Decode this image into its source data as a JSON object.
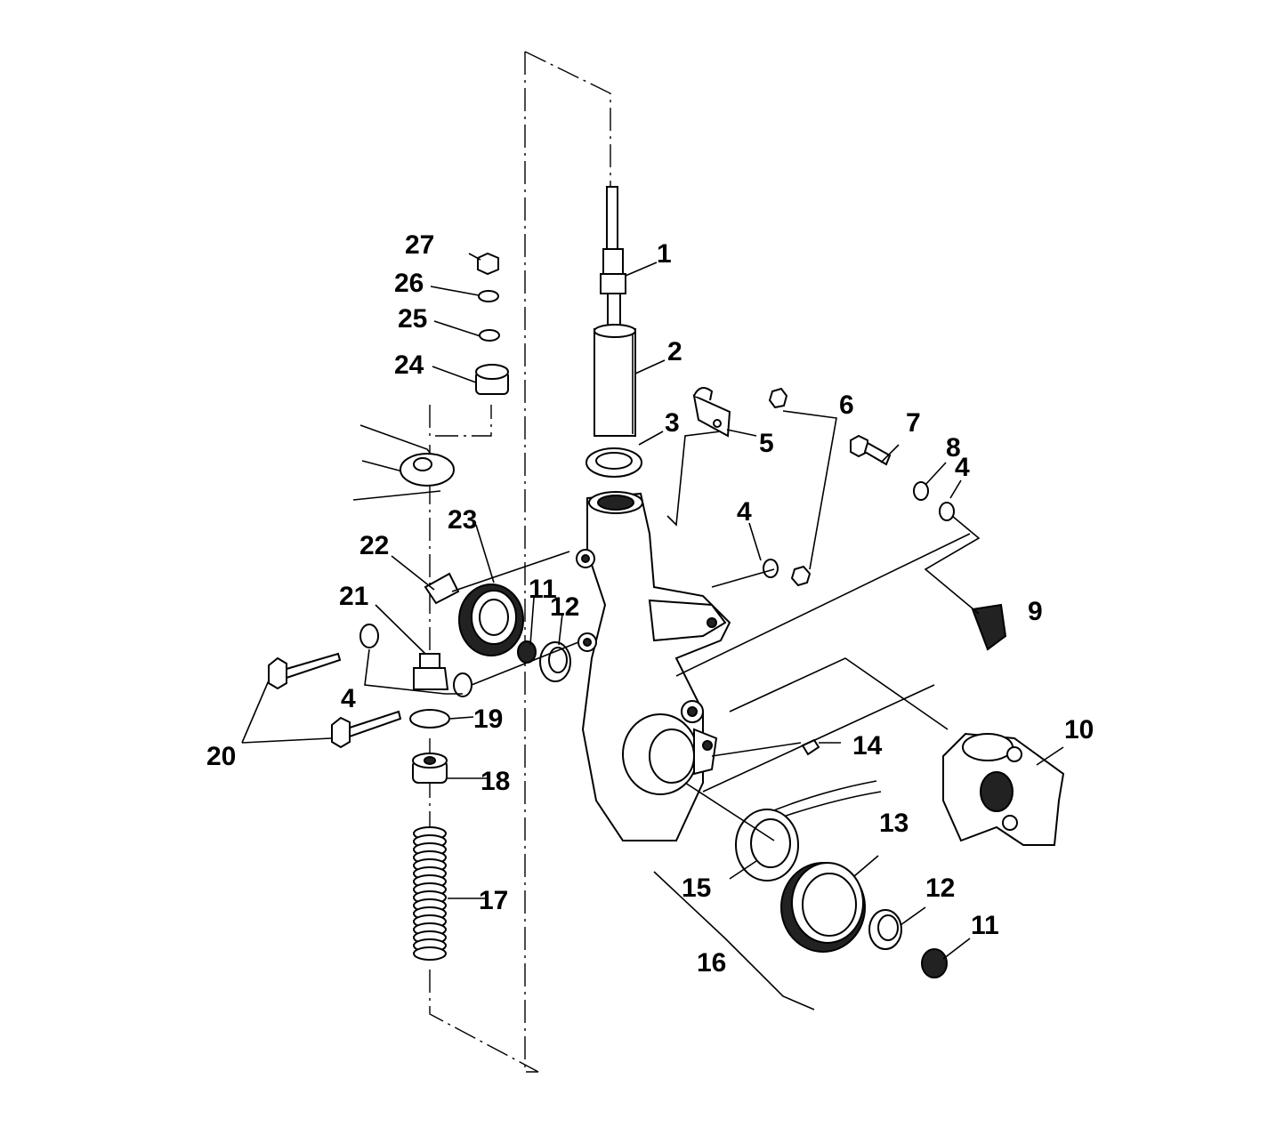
{
  "title": "Front Spindle / Steering Knuckle Assembly - Exploded View",
  "colors": {
    "ink": "#000000",
    "paper": "#ffffff"
  },
  "callouts": [
    {
      "id": "1",
      "part": "spindle-shaft"
    },
    {
      "id": "2",
      "part": "sleeve"
    },
    {
      "id": "3",
      "part": "seal-ring"
    },
    {
      "id": "4",
      "part": "washer"
    },
    {
      "id": "5",
      "part": "bracket-clip"
    },
    {
      "id": "6",
      "part": "nut"
    },
    {
      "id": "7",
      "part": "bolt"
    },
    {
      "id": "8",
      "part": "lock-washer"
    },
    {
      "id": "9",
      "part": "brake-pad"
    },
    {
      "id": "10",
      "part": "brake-caliper"
    },
    {
      "id": "11",
      "part": "bearing-cone"
    },
    {
      "id": "12",
      "part": "bearing-cup"
    },
    {
      "id": "13",
      "part": "tone-ring"
    },
    {
      "id": "14",
      "part": "grease-fitting"
    },
    {
      "id": "15",
      "part": "sensor-ring"
    },
    {
      "id": "16",
      "part": "sensor-assembly"
    },
    {
      "id": "17",
      "part": "spring"
    },
    {
      "id": "18",
      "part": "bushing"
    },
    {
      "id": "19",
      "part": "flange-nut"
    },
    {
      "id": "20",
      "part": "cap-screw"
    },
    {
      "id": "21",
      "part": "adapter-fitting"
    },
    {
      "id": "22",
      "part": "pin"
    },
    {
      "id": "23",
      "part": "oil-seal"
    },
    {
      "id": "24",
      "part": "cup-bushing"
    },
    {
      "id": "25",
      "part": "washer-small"
    },
    {
      "id": "26",
      "part": "washer-upper"
    },
    {
      "id": "27",
      "part": "lock-nut"
    }
  ],
  "labels": {
    "c1": "1",
    "c2": "2",
    "c3": "3",
    "c4a": "4",
    "c4b": "4",
    "c4c": "4",
    "c5": "5",
    "c6": "6",
    "c7": "7",
    "c8": "8",
    "c9": "9",
    "c10": "10",
    "c11a": "11",
    "c11b": "11",
    "c12a": "12",
    "c12b": "12",
    "c13": "13",
    "c14": "14",
    "c15": "15",
    "c16": "16",
    "c17": "17",
    "c18": "18",
    "c19": "19",
    "c20": "20",
    "c21": "21",
    "c22": "22",
    "c23": "23",
    "c24": "24",
    "c25": "25",
    "c26": "26",
    "c27": "27"
  }
}
